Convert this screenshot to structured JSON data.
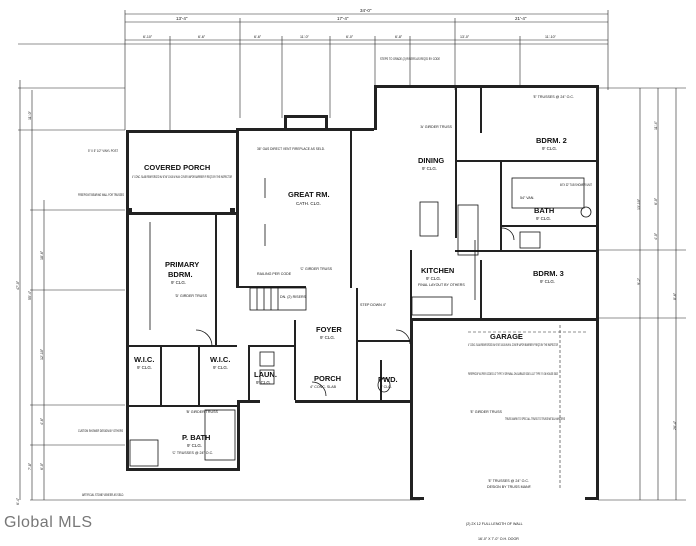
{
  "dimensions": {
    "overall_top": "34'-0\"",
    "top_segments": [
      "13'-4\"",
      "17'-4\"",
      "21'-4\""
    ],
    "second_row": [
      "6'-10\"",
      "6'-6\"",
      "6'-6\"",
      "11'-0\"",
      "6'-0\"",
      "6'-8\"",
      "13'-0\"",
      "11'-10\""
    ],
    "right_side": [
      "11'-4\"",
      "13'-10\"",
      "6'-0\"",
      "4'-0\"",
      "9'-2\"",
      "8'-6\"",
      "26'-4\""
    ],
    "left_side": [
      "11'-0\"",
      "47'-0\"",
      "55'-4\"",
      "18'-6\"",
      "12'-10\"",
      "4'-6\"",
      "6'-0\"",
      "7'-8\"",
      "6'-4\""
    ]
  },
  "rooms": {
    "covered_porch": {
      "name": "COVERED PORCH",
      "note": "4\" CONC. SLAB REINFORCED W/ 6\"X6\" 10/10 W.W.M. COVER VAPOR BARRIER IF REQ'D BY THE INSPECTOR"
    },
    "great_rm": {
      "name": "GREAT RM.",
      "ceiling": "CATH. CLG."
    },
    "dining": {
      "name": "DINING",
      "ceiling": "9' CLG."
    },
    "bdrm2": {
      "name": "BDRM. 2",
      "ceiling": "9' CLG."
    },
    "bath": {
      "name": "BATH",
      "ceiling": "9' CLG."
    },
    "bdrm3": {
      "name": "BDRM. 3",
      "ceiling": "9' CLG."
    },
    "kitchen": {
      "name": "KITCHEN",
      "ceiling": "9' CLG.",
      "note": "FINAL LAYOUT BY OTHERS"
    },
    "primary": {
      "name": "PRIMARY",
      "name2": "BDRM.",
      "ceiling": "9' CLG."
    },
    "wic1": {
      "name": "W.I.C.",
      "ceiling": "9' CLG."
    },
    "wic2": {
      "name": "W.I.C.",
      "ceiling": "9' CLG."
    },
    "laun": {
      "name": "LAUN.",
      "ceiling": "9' CLG."
    },
    "foyer": {
      "name": "FOYER",
      "ceiling": "9' CLG."
    },
    "porch": {
      "name": "PORCH",
      "note": "4\" CONC. SLAB"
    },
    "pwd": {
      "name": "PWD.",
      "ceiling": "9' CLG."
    },
    "pbath": {
      "name": "P. BATH",
      "ceiling": "9' CLG."
    },
    "garage": {
      "name": "GARAGE",
      "note": "4\" CONC. SLAB REINFORCED W/ 6\"X6\" 10/10 W.W.M. COVER VAPOR BARRIER IF REQ'D BY THE INSPECTOR",
      "firewall": "FIREPROOF AS PER CODES 1/2\" TYPE 'X' DRYWALL ON GARAGE SIDE & 1/2\" TYPE 'X' ON HOUSE SIDE"
    }
  },
  "notes": {
    "fireplace": "36\" GAS DIRECT VENT FIREPLACE AS SELD.",
    "steps": "STEPS TO GRADE (2) RISERS AS REQ'D BY CODE",
    "freepost": "5\" X 5\" 1/2\" VINYL POST",
    "freepoint": "FREEPOINT BEARING WALL FOR TRUSSES",
    "railing": "RAILING PER CODE",
    "dn": "DN. (2) RISERS",
    "custom_shower": "CUSTOM SHOWER DESIGN BY OTHERS",
    "stone": "ARTIFICIAL STONE VENEER AS SELD.",
    "fullwall": "(2) 2X 12 FULL LENGTH OF WALL",
    "door": "16'-0\" X 7'-0\" O.H. DOOR",
    "truss_mark": "TRUSS MARK TO SPEC ALL TRUSS TO TRUSS METAL HANGERS",
    "girder_top": "'A' GIRDER TRUSS",
    "girder_pbath": "'B' GIRDER TRUSS",
    "girder_garage": "'E' GIRDER TRUSS",
    "girder_1": "'C' GIRDER TRUSS",
    "girder_2": "'D' GIRDER TRUSS",
    "garage_truss": "'E' TRUSSES @ 24\" O.C.",
    "design_truss": "DESIGN BY TRUSS MANF.",
    "bdrm2_truss": "'E' TRUSSES @ 24\" O.C.",
    "pbath_truss": "'C' TRUSSES @ 24\" O.C.",
    "tub": "60\"X 32\" TUB SHOWER UNIT",
    "vanity": "54\" VAN.",
    "step_down": "STEP DOWN 4\""
  },
  "watermark": "Global MLS"
}
